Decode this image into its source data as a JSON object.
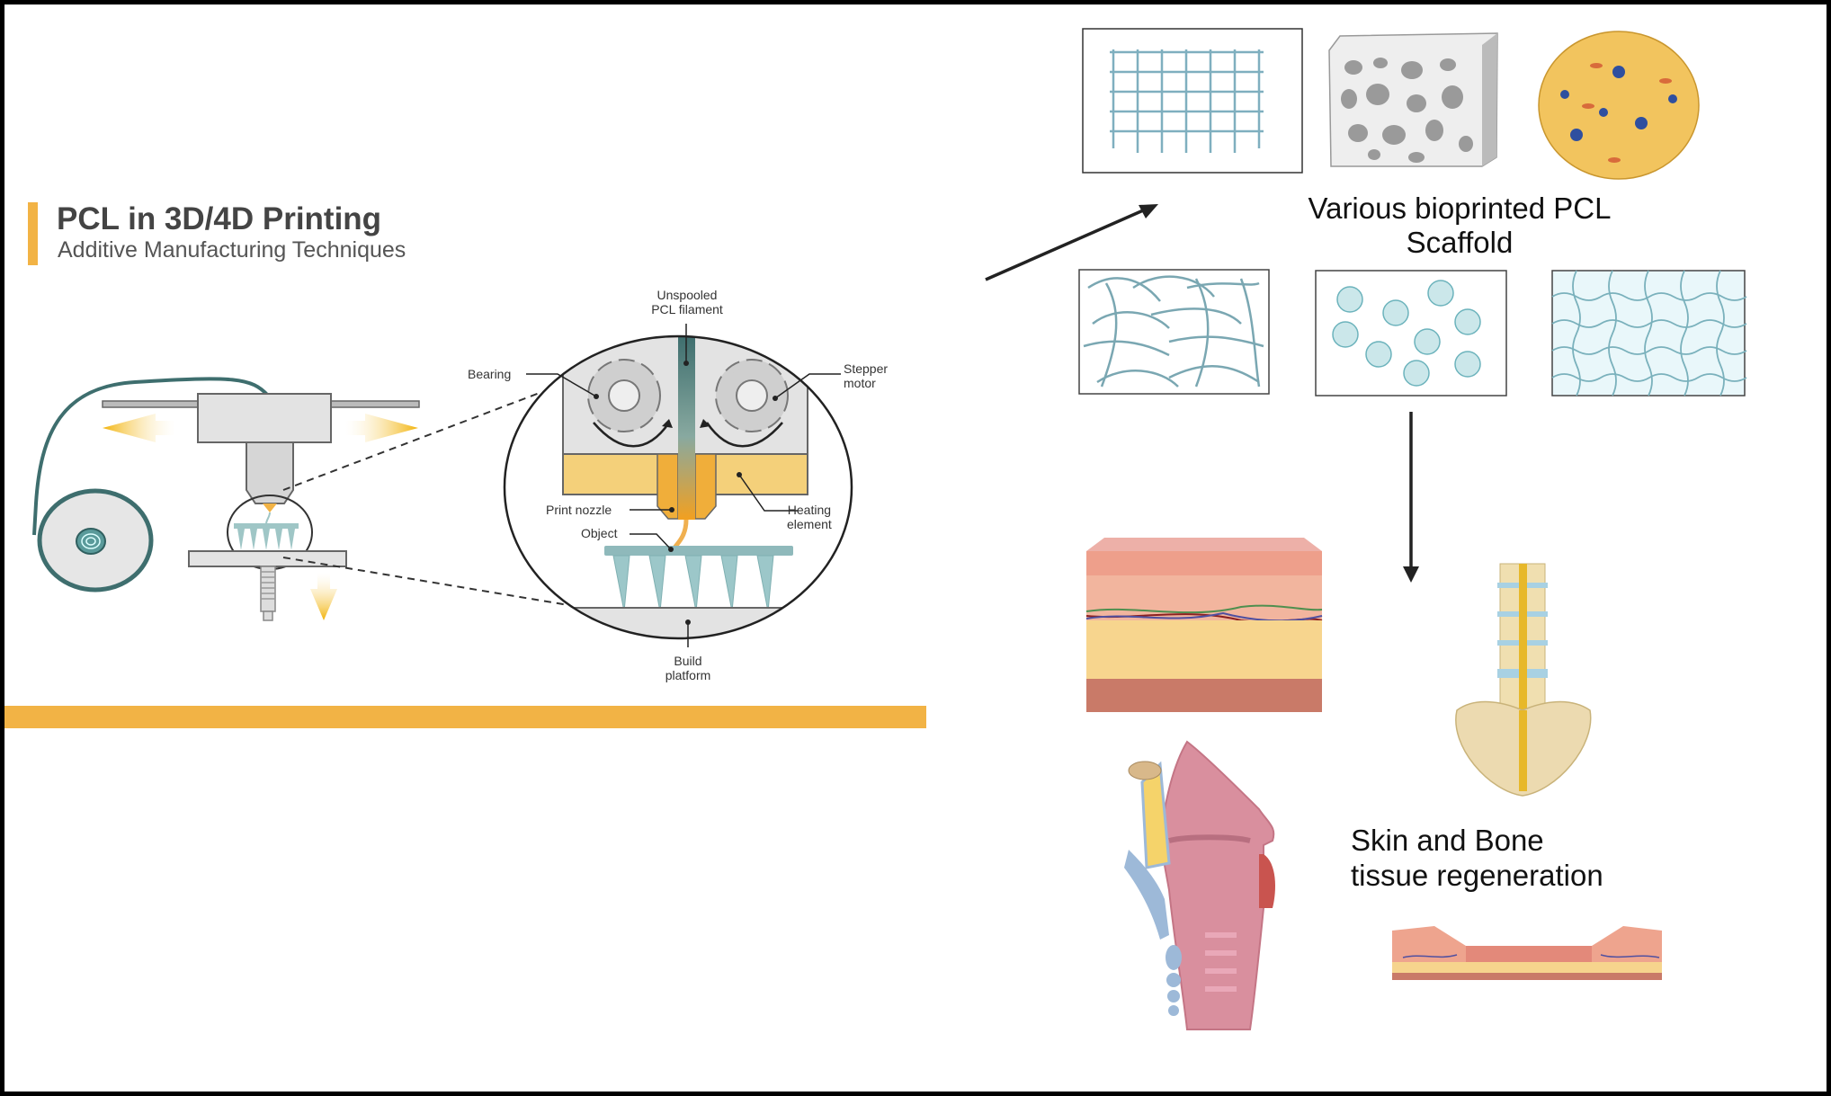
{
  "header": {
    "title": "PCL in 3D/4D Printing",
    "subtitle": "Additive Manufacturing Techniques"
  },
  "printer_diagram": {
    "labels": {
      "filament_line1": "Unspooled",
      "filament_line2": "PCL filament",
      "bearing": "Bearing",
      "stepper_line1": "Stepper",
      "stepper_line2": "motor",
      "print_nozzle": "Print nozzle",
      "heating_line1": "Heating",
      "heating_line2": "element",
      "object": "Object",
      "build_line1": "Build",
      "build_line2": "platform"
    }
  },
  "scaffolds": {
    "caption_line1": "Various bioprinted PCL",
    "caption_line2": "Scaffold",
    "items": [
      {
        "name": "grid-lattice-scaffold"
      },
      {
        "name": "porous-foam-scaffold"
      },
      {
        "name": "cell-sphere-scaffold"
      },
      {
        "name": "fibrous-scaffold"
      },
      {
        "name": "microsphere-scaffold"
      },
      {
        "name": "hydrogel-mesh-scaffold"
      }
    ]
  },
  "applications": {
    "caption_line1": "Skin and Bone",
    "caption_line2": "tissue regeneration",
    "items": [
      {
        "name": "skin-tissue"
      },
      {
        "name": "spine-bone"
      },
      {
        "name": "larynx-trachea"
      },
      {
        "name": "wound-skin"
      }
    ]
  },
  "colors": {
    "accent": "#F2B345",
    "filament": "#3E6E6E",
    "scaffold_line": "#7FAFBF",
    "title_text": "#444444"
  }
}
